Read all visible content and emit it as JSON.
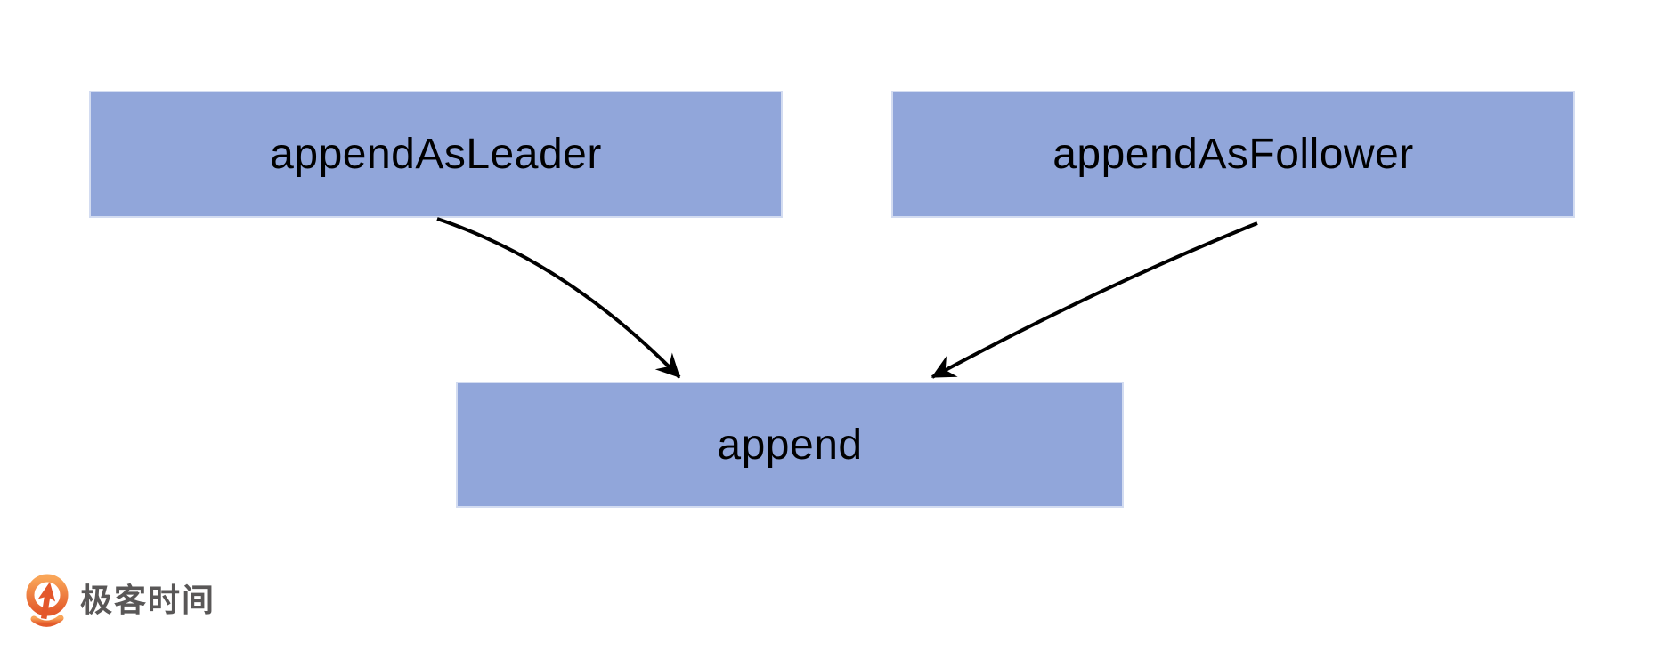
{
  "diagram": {
    "nodes": [
      {
        "id": "appendAsLeader",
        "label": "appendAsLeader"
      },
      {
        "id": "appendAsFollower",
        "label": "appendAsFollower"
      },
      {
        "id": "append",
        "label": "append"
      }
    ],
    "edges": [
      {
        "from": "appendAsLeader",
        "to": "append"
      },
      {
        "from": "appendAsFollower",
        "to": "append"
      }
    ],
    "colors": {
      "node_fill": "#91A6DA",
      "node_border": "#D3DCF1",
      "node_text": "#000000",
      "arrow": "#000000"
    }
  },
  "footer": {
    "logo_text": "极客时间",
    "logo_colors": {
      "icon_orange_top": "#F9A558",
      "icon_orange_bottom": "#E35A2B",
      "text": "#595757"
    }
  }
}
